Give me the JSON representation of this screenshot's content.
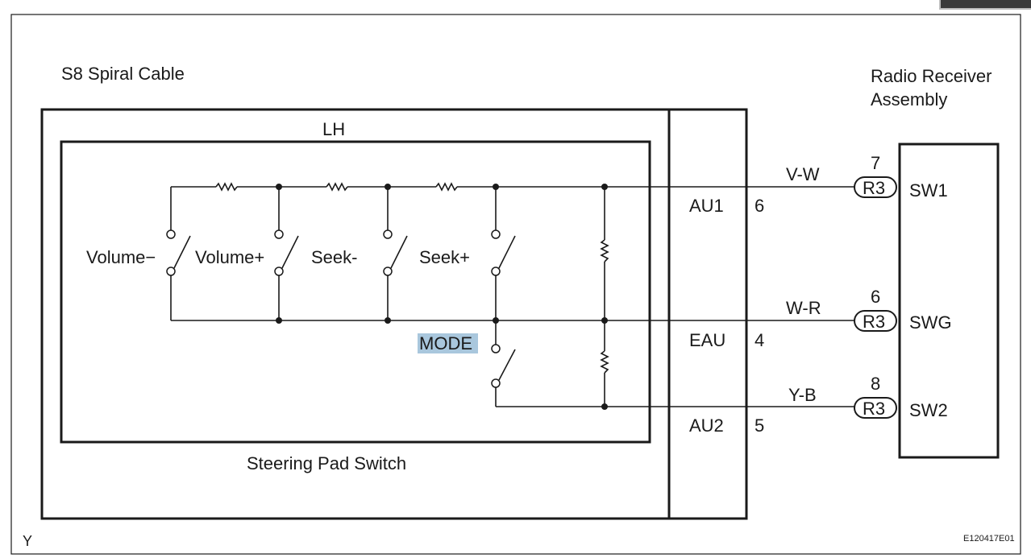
{
  "labels": {
    "spiral_cable": "S8 Spiral Cable",
    "lh": "LH",
    "steering_pad": "Steering Pad Switch",
    "receiver_line1": "Radio Receiver",
    "receiver_line2": "Assembly",
    "corner_y": "Y",
    "figure_id": "E120417E01"
  },
  "switches": {
    "volume_minus": "Volume−",
    "volume_plus": "Volume+",
    "seek_minus": "Seek-",
    "seek_plus": "Seek+",
    "mode": "MODE"
  },
  "terminals": [
    {
      "spiral": "AU1",
      "spiral_pin": "6",
      "wire": "V-W",
      "connector": "R3",
      "receiver_pin": "7",
      "receiver": "SW1"
    },
    {
      "spiral": "EAU",
      "spiral_pin": "4",
      "wire": "W-R",
      "connector": "R3",
      "receiver_pin": "6",
      "receiver": "SWG"
    },
    {
      "spiral": "AU2",
      "spiral_pin": "5",
      "wire": "Y-B",
      "connector": "R3",
      "receiver_pin": "8",
      "receiver": "SW2"
    }
  ],
  "colors": {
    "line": "#1a1a1a",
    "mode_highlight": "#a9c7dd"
  }
}
